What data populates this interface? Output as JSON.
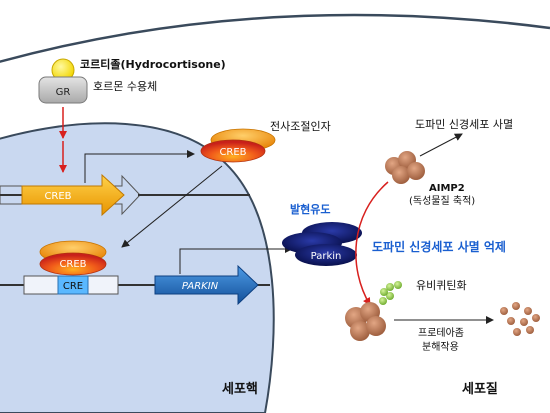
{
  "hormone": {
    "name": "코르티졸(Hydrocortisone)"
  },
  "receptor": {
    "abbr": "GR",
    "name": "호르몬 수용체"
  },
  "transcription_factor": {
    "label": "전사조절인자",
    "protein": "CREB"
  },
  "nucleus": {
    "creb_gene": "CREB",
    "creb_bound": "CREB",
    "cre": "CRE",
    "parkin_gene": "PARKIN",
    "label": "세포핵"
  },
  "induction": {
    "label": "발현유도",
    "protein": "Parkin"
  },
  "cytoplasm": {
    "cell_death": "도파민 신경세포 사멸",
    "aimp2": "AIMP2",
    "aimp2_note": "(독성물질 축적)",
    "suppression": "도파민 신경세포 사멸 억제",
    "ubiquitination": "유비퀴틴화",
    "proteasome_line1": "프로테아좀",
    "proteasome_line2": "분해작용",
    "label": "세포질"
  },
  "colors": {
    "nucleus_fill": "#c9d8f0",
    "membrane": "#3a4a5c",
    "creb_gene": "#f5a800",
    "parkin_gene": "#1f6fc0",
    "creb_protein": "#e8331c",
    "parkin_protein": "#0b1560",
    "aimp2": "#b06a48",
    "ubiquitin": "#8cc63f",
    "suppression_text": "#1a5fd0",
    "red_arrow": "#d8201e"
  }
}
